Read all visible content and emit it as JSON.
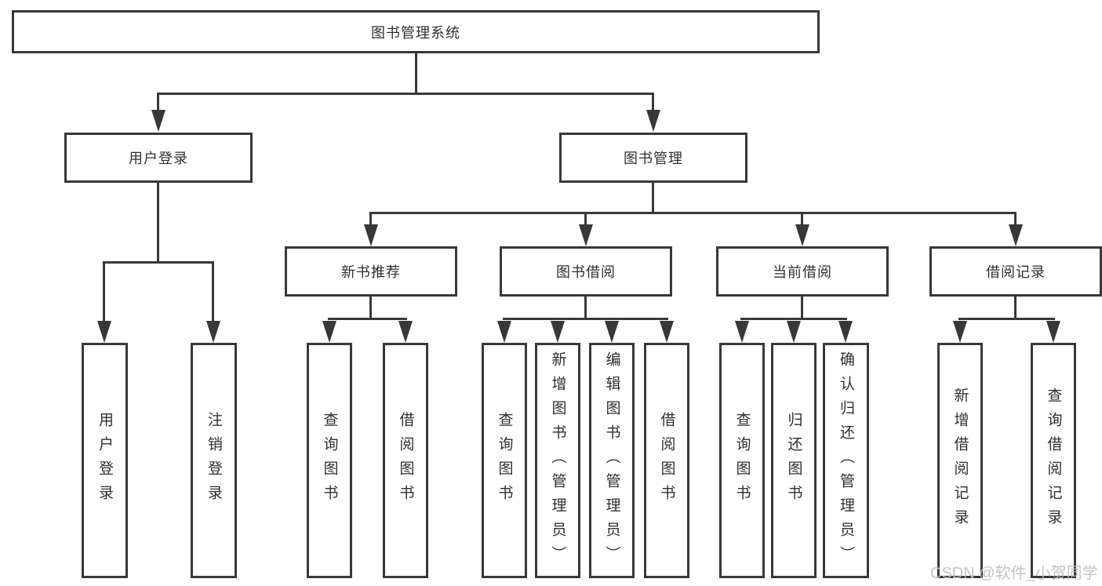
{
  "root": {
    "label": "图书管理系统"
  },
  "branches": {
    "user_login": {
      "label": "用户登录",
      "children": [
        {
          "label": "用户登录"
        },
        {
          "label": "注销登录"
        }
      ]
    },
    "book_mgmt": {
      "label": "图书管理",
      "sections": [
        {
          "label": "新书推荐",
          "children": [
            {
              "label": "查询图书"
            },
            {
              "label": "借阅图书"
            }
          ]
        },
        {
          "label": "图书借阅",
          "children": [
            {
              "label": "查询图书"
            },
            {
              "label": "新增图书（管理员）"
            },
            {
              "label": "编辑图书（管理员）"
            },
            {
              "label": "借阅图书"
            }
          ]
        },
        {
          "label": "当前借阅",
          "children": [
            {
              "label": "查询图书"
            },
            {
              "label": "归还图书"
            },
            {
              "label": "确认归还（管理员）"
            }
          ]
        },
        {
          "label": "借阅记录",
          "children": [
            {
              "label": "新增借阅记录"
            },
            {
              "label": "查询借阅记录"
            }
          ]
        }
      ]
    }
  },
  "watermark": "CSDN @软件_小贺同学",
  "colors": {
    "line": "#383838",
    "text": "#2f2f2f",
    "watermark": "#bdbdbd",
    "background": "#ffffff"
  }
}
